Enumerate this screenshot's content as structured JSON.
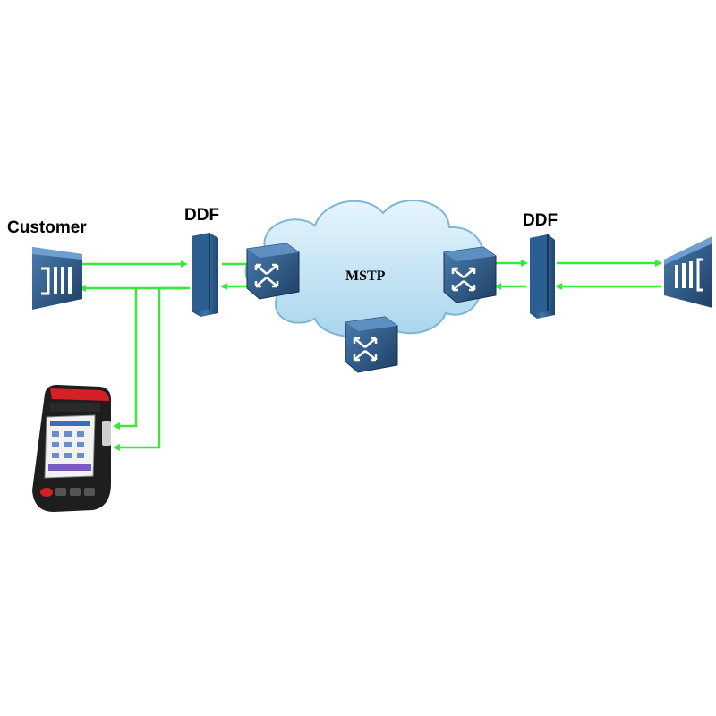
{
  "labels": {
    "customer": "Customer",
    "ddf_left": "DDF",
    "ddf_right": "DDF",
    "network": "MSTP"
  },
  "colors": {
    "link": "#3ce63c",
    "device_blue": "#2c5a85",
    "cloud_fill": "#bfe3f4",
    "cloud_stroke": "#7fb6d6",
    "tester_red": "#d52026",
    "tester_body": "#1e1e1e"
  },
  "icons": [
    "customer-terminal-icon",
    "ddf-panel-icon",
    "mstp-switch-icon",
    "cloud-icon",
    "remote-terminal-icon",
    "handheld-tester-icon"
  ]
}
